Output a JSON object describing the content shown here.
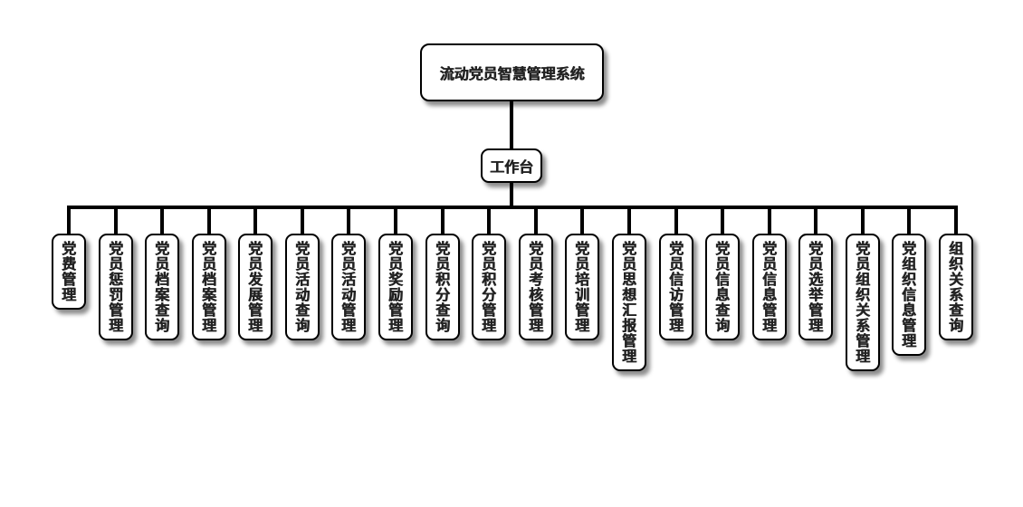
{
  "diagram": {
    "type": "org-tree",
    "root": {
      "label": "流动党员智慧管理系统"
    },
    "hub": {
      "label": "工作台"
    },
    "modules": [
      {
        "label": "党费管理"
      },
      {
        "label": "党员惩罚管理"
      },
      {
        "label": "党员档案查询"
      },
      {
        "label": "党员档案管理"
      },
      {
        "label": "党员发展管理"
      },
      {
        "label": "党员活动查询"
      },
      {
        "label": "党员活动管理"
      },
      {
        "label": "党员奖励管理"
      },
      {
        "label": "党员积分查询"
      },
      {
        "label": "党员积分管理"
      },
      {
        "label": "党员考核管理"
      },
      {
        "label": "党员培训管理"
      },
      {
        "label": "党员思想汇报管理"
      },
      {
        "label": "党员信访管理"
      },
      {
        "label": "党员信息查询"
      },
      {
        "label": "党员信息管理"
      },
      {
        "label": "党员选举管理"
      },
      {
        "label": "党员组织关系管理"
      },
      {
        "label": "党组织信息管理"
      },
      {
        "label": "组织关系查询"
      }
    ]
  }
}
